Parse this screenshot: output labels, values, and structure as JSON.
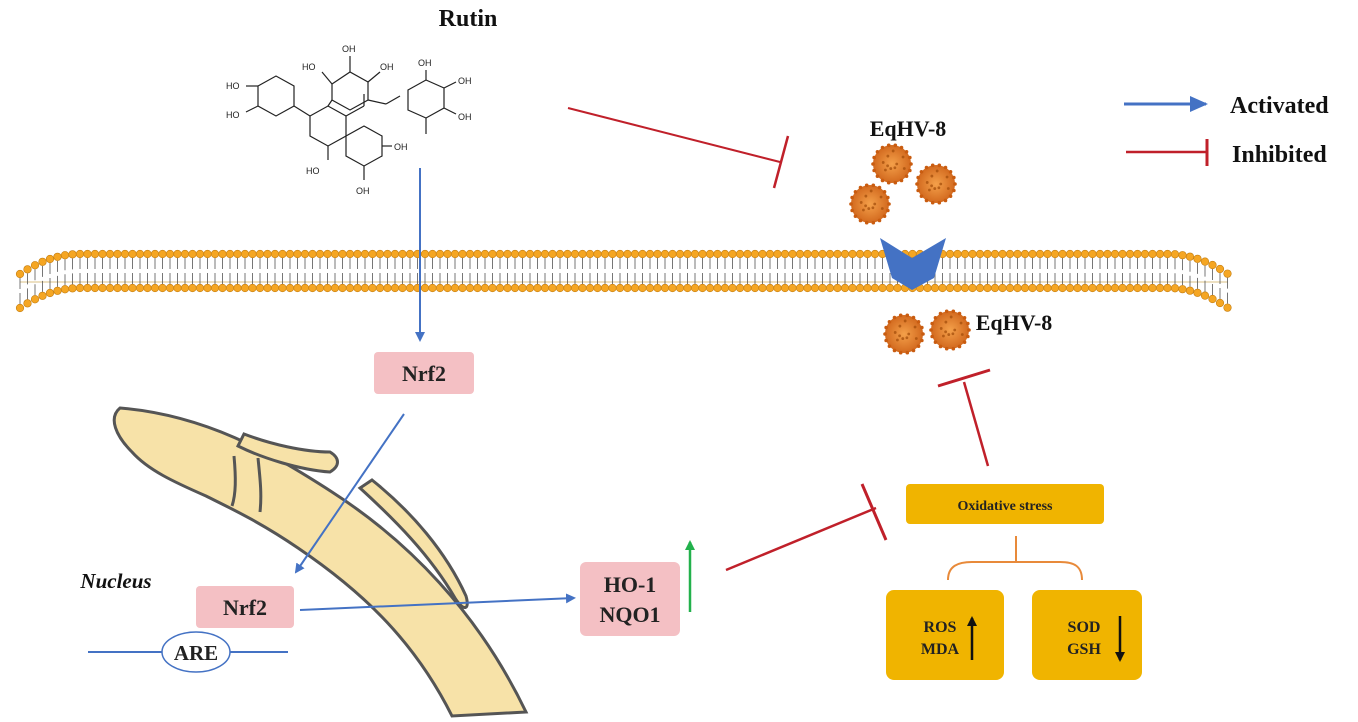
{
  "compound": {
    "name": "Rutin",
    "oh_label": "OH",
    "ho_label": "HO"
  },
  "virus": {
    "outside_label": "EqHV-8",
    "inside_label": "EqHV-8"
  },
  "legend": {
    "activated": "Activated",
    "inhibited": "Inhibited"
  },
  "nucleus_label": "Nucleus",
  "boxes": {
    "nrf2_cytoplasm": "Nrf2",
    "nrf2_nucleus": "Nrf2",
    "are": "ARE",
    "ho1": "HO-1",
    "nqo1": "NQO1",
    "oxidative_stress": "Oxidative stress",
    "ros": "ROS",
    "mda": "MDA",
    "sod": "SOD",
    "gsh": "GSH"
  },
  "colors": {
    "activated_arrow": "#4472c4",
    "inhibited_line": "#c0202a",
    "up_arrow": "#22b14c",
    "pink_box": "#f4c0c4",
    "gold_box": "#f0b400",
    "membrane": "#f5a623",
    "nucleus_fill": "#f7e2a8",
    "receptor": "#4472c4",
    "virus": "#e07a1f"
  }
}
